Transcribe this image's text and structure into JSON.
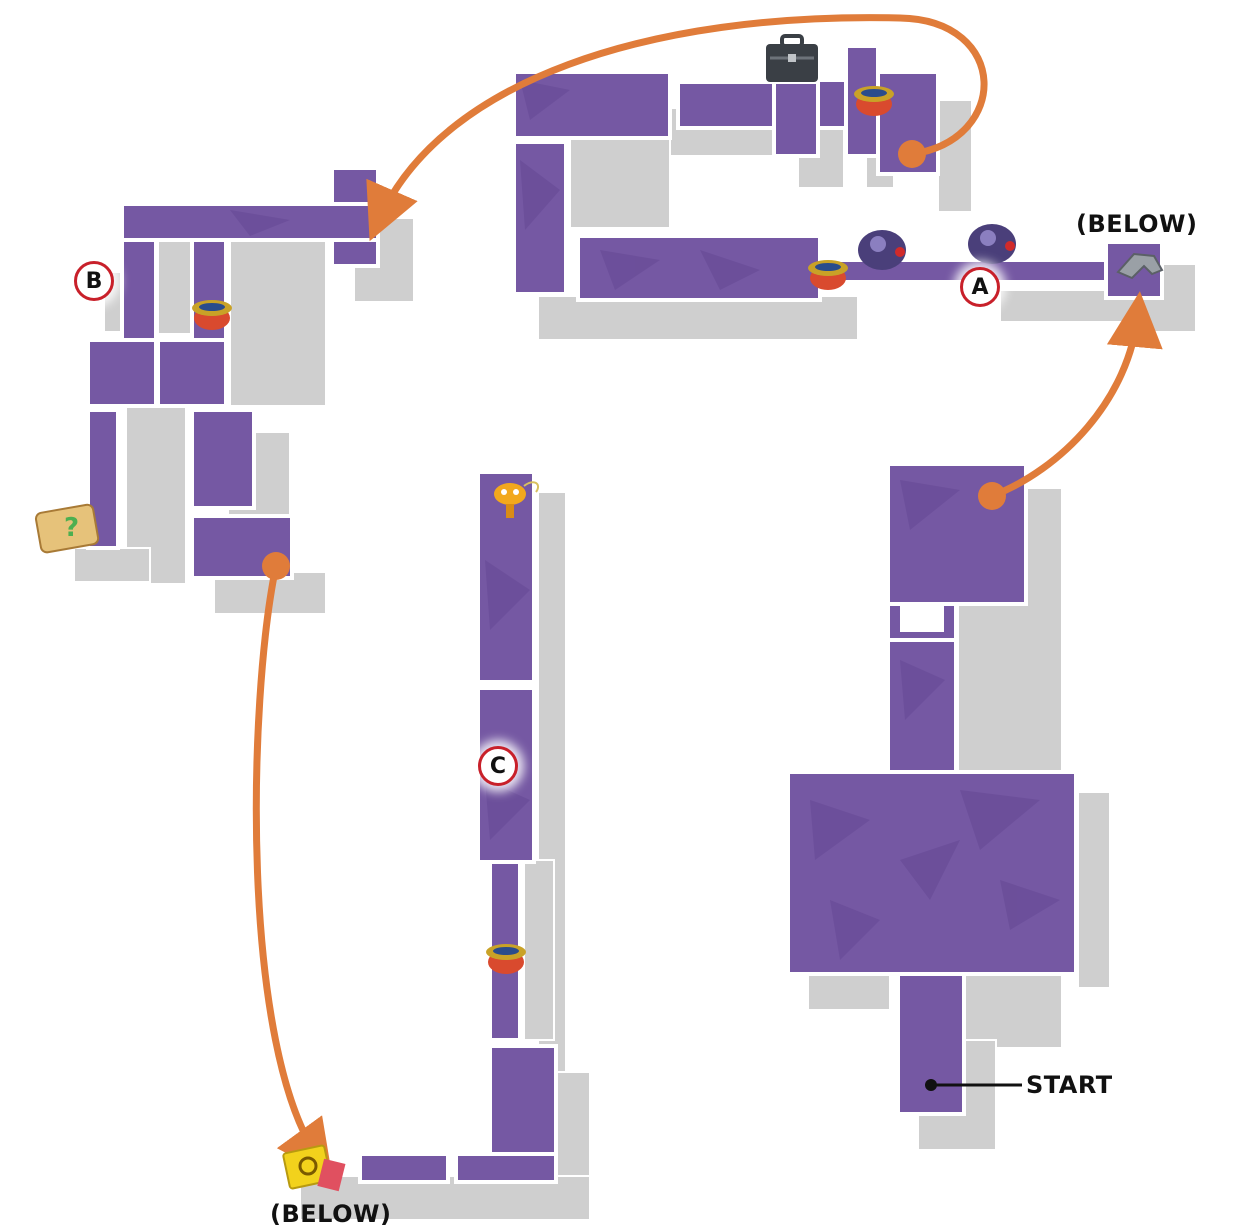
{
  "labels": {
    "below_top": "(BELOW)",
    "below_bottom": "(BELOW)",
    "start": "START"
  },
  "markers": {
    "a": "A",
    "b": "B",
    "c": "C"
  },
  "colors": {
    "floor": "#7558a3",
    "floor_pattern": "#6a4d99",
    "wall_shadow": "#cfcfcf",
    "route_arrow": "#e07c3a",
    "marker_ring": "#c8202a"
  },
  "icons": [
    "treasure-pot-icon",
    "briefcase-icon",
    "robot-guard-icon",
    "key-icon",
    "map-scroll-icon",
    "pikmin-icon",
    "ticket-icon"
  ]
}
